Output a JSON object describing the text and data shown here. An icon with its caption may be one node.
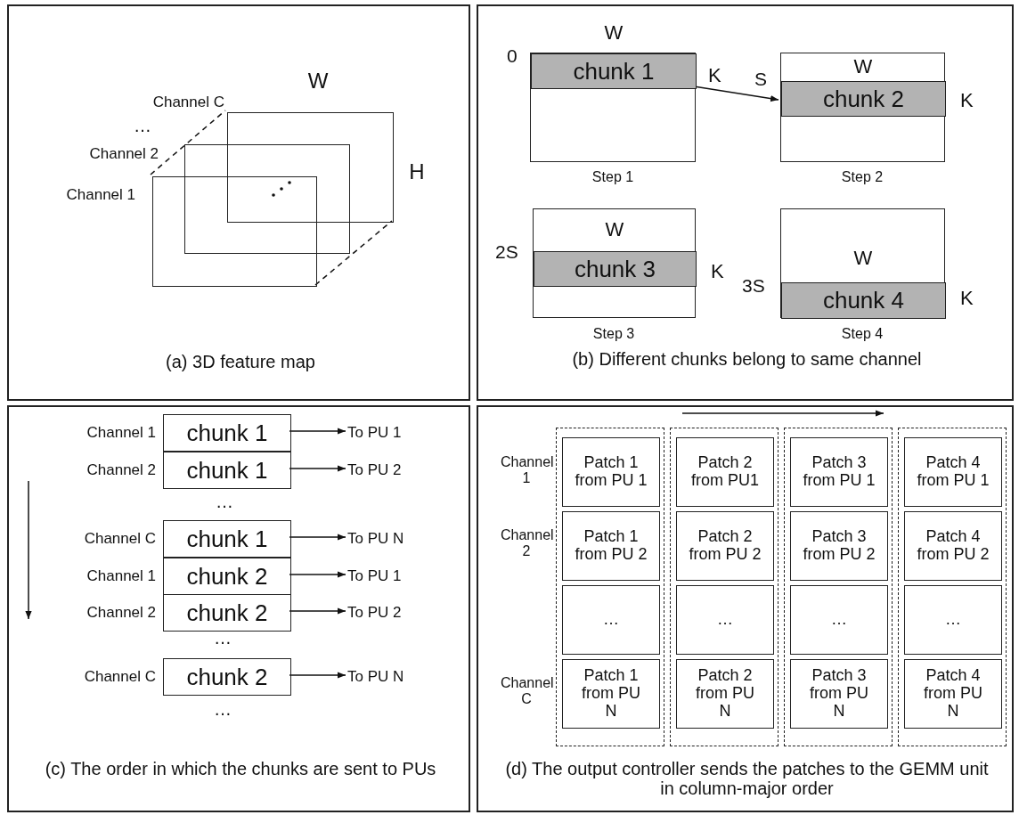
{
  "diagram": {
    "nodes": [
      {
        "text": [
          "(a) 3D feature map"
        ]
      },
      {
        "text": [],
        "shape": "box",
        "in": 0,
        "beside": [
          "Channel C"
        ]
      },
      {
        "text": [],
        "shape": "box",
        "in": 0,
        "beside": [
          "Channel 2"
        ]
      },
      {
        "text": [],
        "shape": "box",
        "in": 0,
        "beside": [
          "Channel 1"
        ]
      },
      {
        "text": [
          "(b) Different chunks belong to same channel"
        ]
      },
      {
        "text": [
          "W"
        ],
        "in": 4,
        "beside": [
          "Step 1"
        ]
      },
      {
        "text": [
          "chunk 1"
        ],
        "in": 5,
        "beside": [
          "0",
          "K"
        ]
      },
      {
        "text": [
          "W"
        ],
        "in": 4,
        "beside": [
          "Step 2"
        ]
      },
      {
        "text": [
          "chunk 2"
        ],
        "in": 7,
        "beside": [
          "S",
          "K"
        ]
      },
      {
        "text": [
          "W"
        ],
        "in": 4,
        "beside": [
          "Step 3"
        ]
      },
      {
        "text": [
          "chunk 3"
        ],
        "in": 9,
        "beside": [
          "2S",
          "K"
        ]
      },
      {
        "text": [
          "W"
        ],
        "in": 4,
        "beside": [
          "Step 4"
        ]
      },
      {
        "text": [
          "chunk 4"
        ],
        "in": 11,
        "beside": [
          "3S",
          "K"
        ]
      },
      {
        "text": [
          "(c) The order in which the chunks are sent to PUs"
        ]
      },
      {
        "text": [
          "chunk 1"
        ],
        "in": 13,
        "beside": [
          "Channel 1"
        ]
      },
      {
        "text": [
          "To PU 1"
        ],
        "in": 13
      },
      {
        "text": [
          "chunk 1"
        ],
        "in": 13,
        "beside": [
          "Channel 2"
        ]
      },
      {
        "text": [
          "To PU 2"
        ],
        "in": 13
      },
      {
        "text": [
          "chunk 1"
        ],
        "in": 13,
        "beside": [
          "Channel C"
        ]
      },
      {
        "text": [
          "To PU N"
        ],
        "in": 13
      },
      {
        "text": [
          "chunk 2"
        ],
        "in": 13,
        "beside": [
          "Channel 1"
        ]
      },
      {
        "text": [
          "To PU 1"
        ],
        "in": 13
      },
      {
        "text": [
          "chunk 2"
        ],
        "in": 13,
        "beside": [
          "Channel 2"
        ]
      },
      {
        "text": [
          "To PU 2"
        ],
        "in": 13
      },
      {
        "text": [
          "chunk 2"
        ],
        "in": 13,
        "beside": [
          "Channel C"
        ]
      },
      {
        "text": [
          "To PU N"
        ],
        "in": 13
      },
      {
        "text": [
          "(d) The output controller sends the patches to the GEMM unit in column-major order"
        ]
      },
      {
        "text": [],
        "shape": "box",
        "in": 26
      },
      {
        "text": [
          "Patch 1 from PU 1"
        ],
        "in": 27
      },
      {
        "text": [
          "Patch 1 from PU 2"
        ],
        "in": 27
      },
      {
        "text": [
          "…"
        ],
        "in": 27
      },
      {
        "text": [
          "Patch 1 from PU N"
        ],
        "in": 27
      },
      {
        "text": [],
        "shape": "box",
        "in": 26
      },
      {
        "text": [
          "Patch 2 from PU1"
        ],
        "in": 32
      },
      {
        "text": [
          "Patch 2 from PU 2"
        ],
        "in": 32
      },
      {
        "text": [
          "…"
        ],
        "in": 32
      },
      {
        "text": [
          "Patch 2 from PU N"
        ],
        "in": 32
      },
      {
        "text": [],
        "shape": "box",
        "in": 26
      },
      {
        "text": [
          "Patch 3 from PU 1"
        ],
        "in": 37
      },
      {
        "text": [
          "Patch 3 from PU 2"
        ],
        "in": 37
      },
      {
        "text": [
          "…"
        ],
        "in": 37
      },
      {
        "text": [
          "Patch 3 from PU N"
        ],
        "in": 37
      },
      {
        "text": [],
        "shape": "box",
        "in": 26
      },
      {
        "text": [
          "Patch 4 from PU 1"
        ],
        "in": 42
      },
      {
        "text": [
          "Patch 4 from PU 2"
        ],
        "in": 42
      },
      {
        "text": [
          "…"
        ],
        "in": 42
      },
      {
        "text": [
          "Patch 4 from PU N"
        ],
        "in": 42
      }
    ],
    "edges": [
      {
        "from": 3,
        "to": 1,
        "arrow": "none",
        "style": "dashed"
      },
      {
        "from": 3,
        "to": 1,
        "arrow": "none",
        "style": "dashed"
      },
      {
        "from": 6,
        "to": 8,
        "arrow": "to"
      },
      {
        "from": 14,
        "to": 15,
        "arrow": "to"
      },
      {
        "from": 16,
        "to": 17,
        "arrow": "to"
      },
      {
        "from": 18,
        "to": 19,
        "arrow": "to"
      },
      {
        "from": 20,
        "to": 21,
        "arrow": "to"
      },
      {
        "from": 22,
        "to": 23,
        "arrow": "to"
      },
      {
        "from": 24,
        "to": 25,
        "arrow": "to"
      }
    ],
    "labels": [
      "W",
      "…",
      "H",
      "…",
      "…",
      "…",
      "Channel 1",
      "Channel 2",
      "Channel C"
    ]
  }
}
